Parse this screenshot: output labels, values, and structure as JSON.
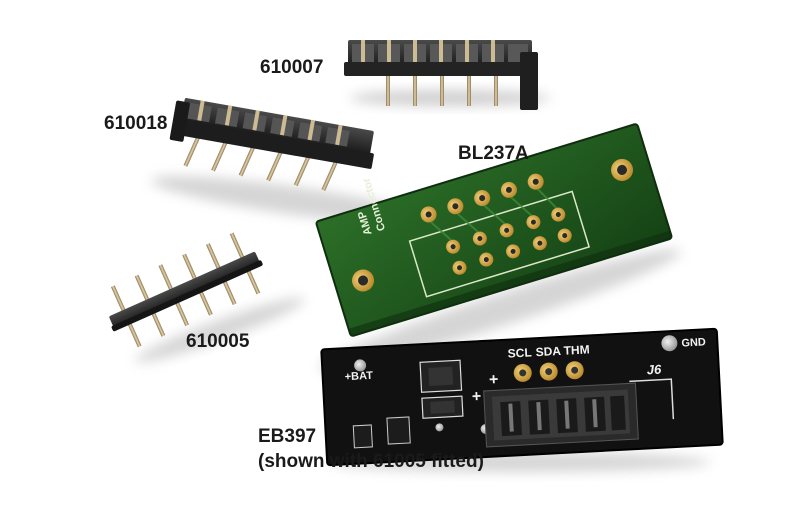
{
  "labels": {
    "part_610007": "610007",
    "part_610018": "610018",
    "part_bl237a": "BL237A",
    "part_610005": "610005",
    "part_eb397": "EB397",
    "eb397_note": "(shown with 61005 fitted)"
  },
  "bl237a_silkscreen": {
    "line1": "AMP",
    "line2": "Connector"
  },
  "eb397_silkscreen": {
    "bat": "+BAT",
    "scl": "SCL",
    "sda": "SDA",
    "thm": "THM",
    "gnd": "GND",
    "j6": "J6",
    "plus_left": "+",
    "plus_right": "+"
  },
  "colors": {
    "background": "#ffffff",
    "header_plastic": "#2c2c2c",
    "pin_metal": "#b9a27a",
    "pcb_green": "#1f5a1e",
    "pcb_black": "#111111",
    "gold_pad": "#d6a441",
    "label_text": "#1a1a1a"
  }
}
